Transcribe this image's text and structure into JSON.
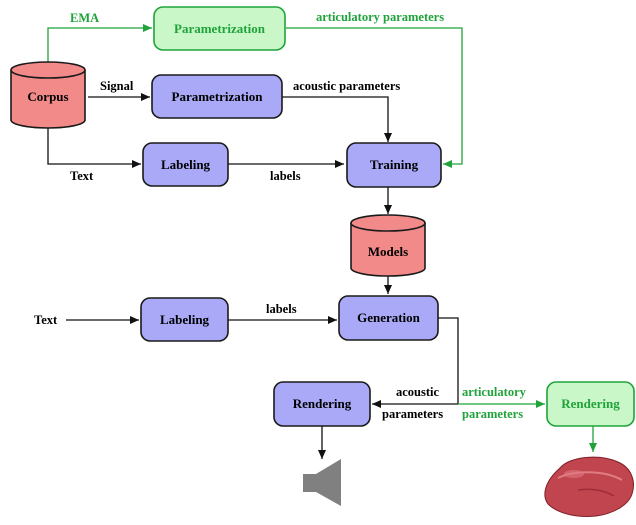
{
  "nodes": {
    "corpus": "Corpus",
    "param_top": "Parametrization",
    "param_mid": "Parametrization",
    "labeling_top": "Labeling",
    "training": "Training",
    "models": "Models",
    "labeling_bottom": "Labeling",
    "generation": "Generation",
    "rendering_acoustic": "Rendering",
    "rendering_articulatory": "Rendering"
  },
  "edge_labels": {
    "ema": "EMA",
    "articulatory_parameters_top": "articulatory parameters",
    "signal": "Signal",
    "acoustic_parameters_top": "acoustic parameters",
    "text_top": "Text",
    "labels_top": "labels",
    "text_input": "Text",
    "labels_bottom": "labels",
    "acoustic_1": "acoustic",
    "acoustic_2": "parameters",
    "articulatory_1": "articulatory",
    "articulatory_2": "parameters"
  },
  "colors": {
    "blue_box": "#aaa9f7",
    "green_box": "#c9f7c8",
    "green_line": "#1fa33a",
    "corpus_fill": "#f28a8a"
  },
  "icons": {
    "speaker": "speaker-icon",
    "tongue": "tongue-icon"
  }
}
